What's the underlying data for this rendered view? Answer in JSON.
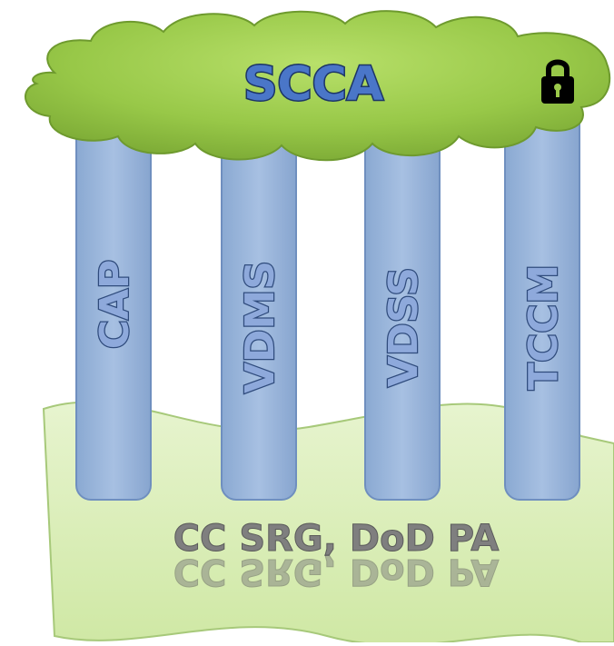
{
  "cloud": {
    "label": "SCCA",
    "icon": "lock-icon",
    "color": "#9bc94a"
  },
  "base": {
    "label": "CC SRG, DoD PA",
    "color": "#d8edb3"
  },
  "pillars": [
    {
      "label": "CAP"
    },
    {
      "label": "VDMS"
    },
    {
      "label": "VDSS"
    },
    {
      "label": "TCCM"
    }
  ],
  "pillar_color": "#95b3d7"
}
